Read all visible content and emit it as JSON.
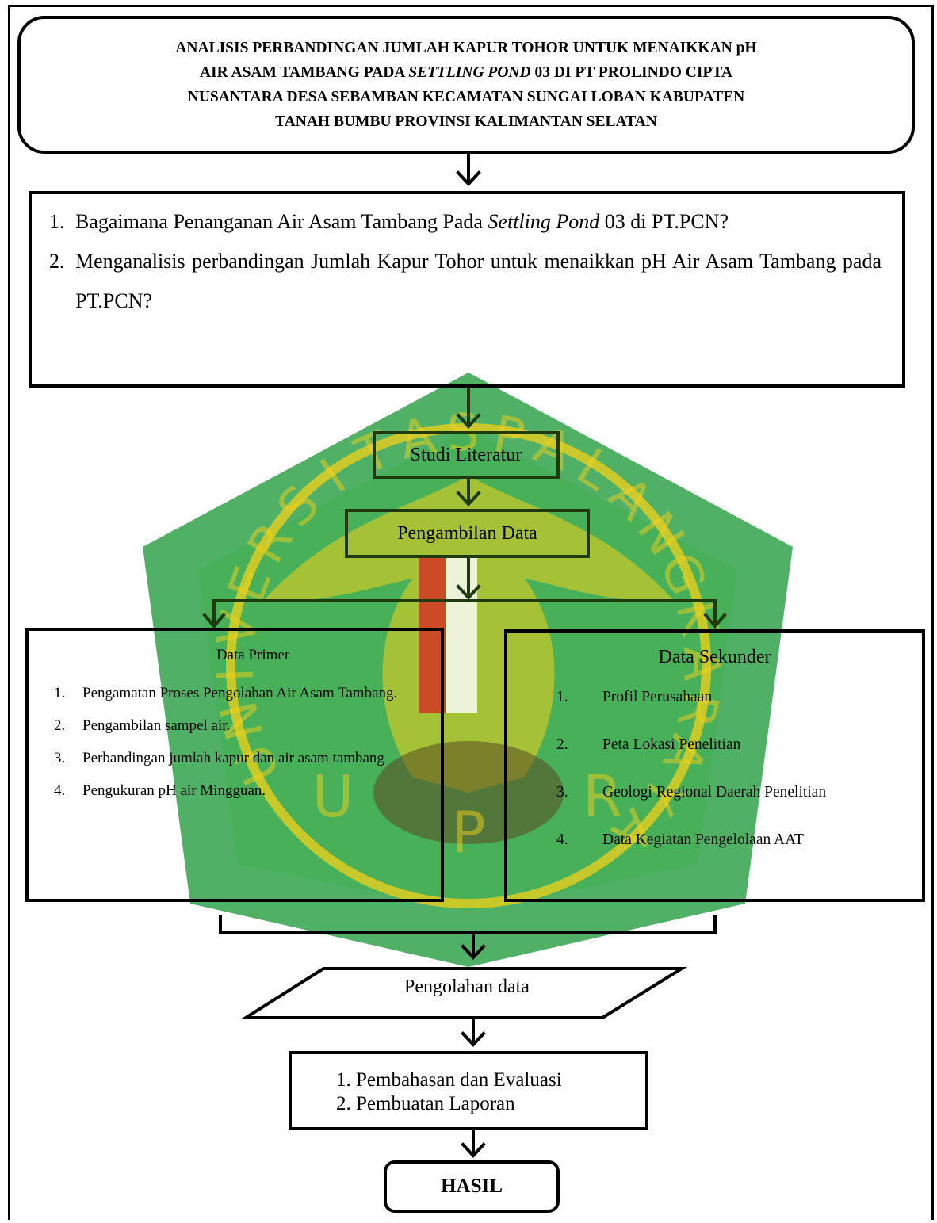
{
  "title": {
    "line1": "ANALISIS PERBANDINGAN JUMLAH KAPUR TOHOR UNTUK MENAIKKAN pH",
    "line2_pre": "AIR ASAM TAMBANG  PADA ",
    "line2_italic": "SETTLING POND",
    "line2_post": " 03 DI PT PROLINDO CIPTA",
    "line3": "NUSANTARA DESA SEBAMBAN KECAMATAN SUNGAI LOBAN KABUPATEN",
    "line4": "TANAH BUMBU PROVINSI KALIMANTAN SELATAN"
  },
  "questions": [
    {
      "num": "1.",
      "pre": "Bagaimana Penanganan  Air Asam Tambang Pada ",
      "italic": "Settling Pond",
      "post": " 03 di PT.PCN?"
    },
    {
      "num": "2.",
      "text": "Menganalisis perbandingan Jumlah Kapur Tohor untuk menaikkan pH Air Asam Tambang pada PT.PCN?"
    }
  ],
  "studi_literatur": "Studi Literatur",
  "pengambilan_data": "Pengambilan Data",
  "data_primer": {
    "title": "Data Primer",
    "items": [
      {
        "num": "1.",
        "text": "Pengamatan Proses Pengolahan Air Asam Tambang."
      },
      {
        "num": "2.",
        "text": "Pengambilan sampel air."
      },
      {
        "num": "3.",
        "text": "Perbandingan jumlah kapur dan air asam tambang"
      },
      {
        "num": "4.",
        "text": "Pengukuran pH air Mingguan."
      }
    ]
  },
  "data_sekunder": {
    "title": "Data Sekunder",
    "items": [
      {
        "num": "1.",
        "text": "Profil Perusahaan"
      },
      {
        "num": "2.",
        "text": "Peta Lokasi Penelitian"
      },
      {
        "num": "3.",
        "text": "Geologi Regional Daerah Penelitian"
      },
      {
        "num": "4.",
        "text": "Data Kegiatan Pengelolaan AAT"
      }
    ]
  },
  "pengolahan_data": "Pengolahan data",
  "pembahasan": [
    {
      "num": "1.",
      "text": "Pembahasan dan Evaluasi"
    },
    {
      "num": "2.",
      "text": "Pembuatan Laporan"
    }
  ],
  "hasil": "HASIL",
  "watermark": {
    "text": "UNIVERSITAS PALANGKA RAYA",
    "letters": [
      "U",
      "N",
      "I",
      "V",
      "E",
      "R",
      "S",
      "I",
      "T",
      "A",
      "S",
      "P",
      "A",
      "L",
      "A",
      "N",
      "G",
      "K",
      "A",
      "R",
      "A",
      "Y",
      "A"
    ],
    "bottom": "UPR",
    "green": "#1f9a3a",
    "yellow": "#f2d11c"
  },
  "colors": {
    "stroke": "#000000",
    "box_green": "#1f3a0f"
  }
}
